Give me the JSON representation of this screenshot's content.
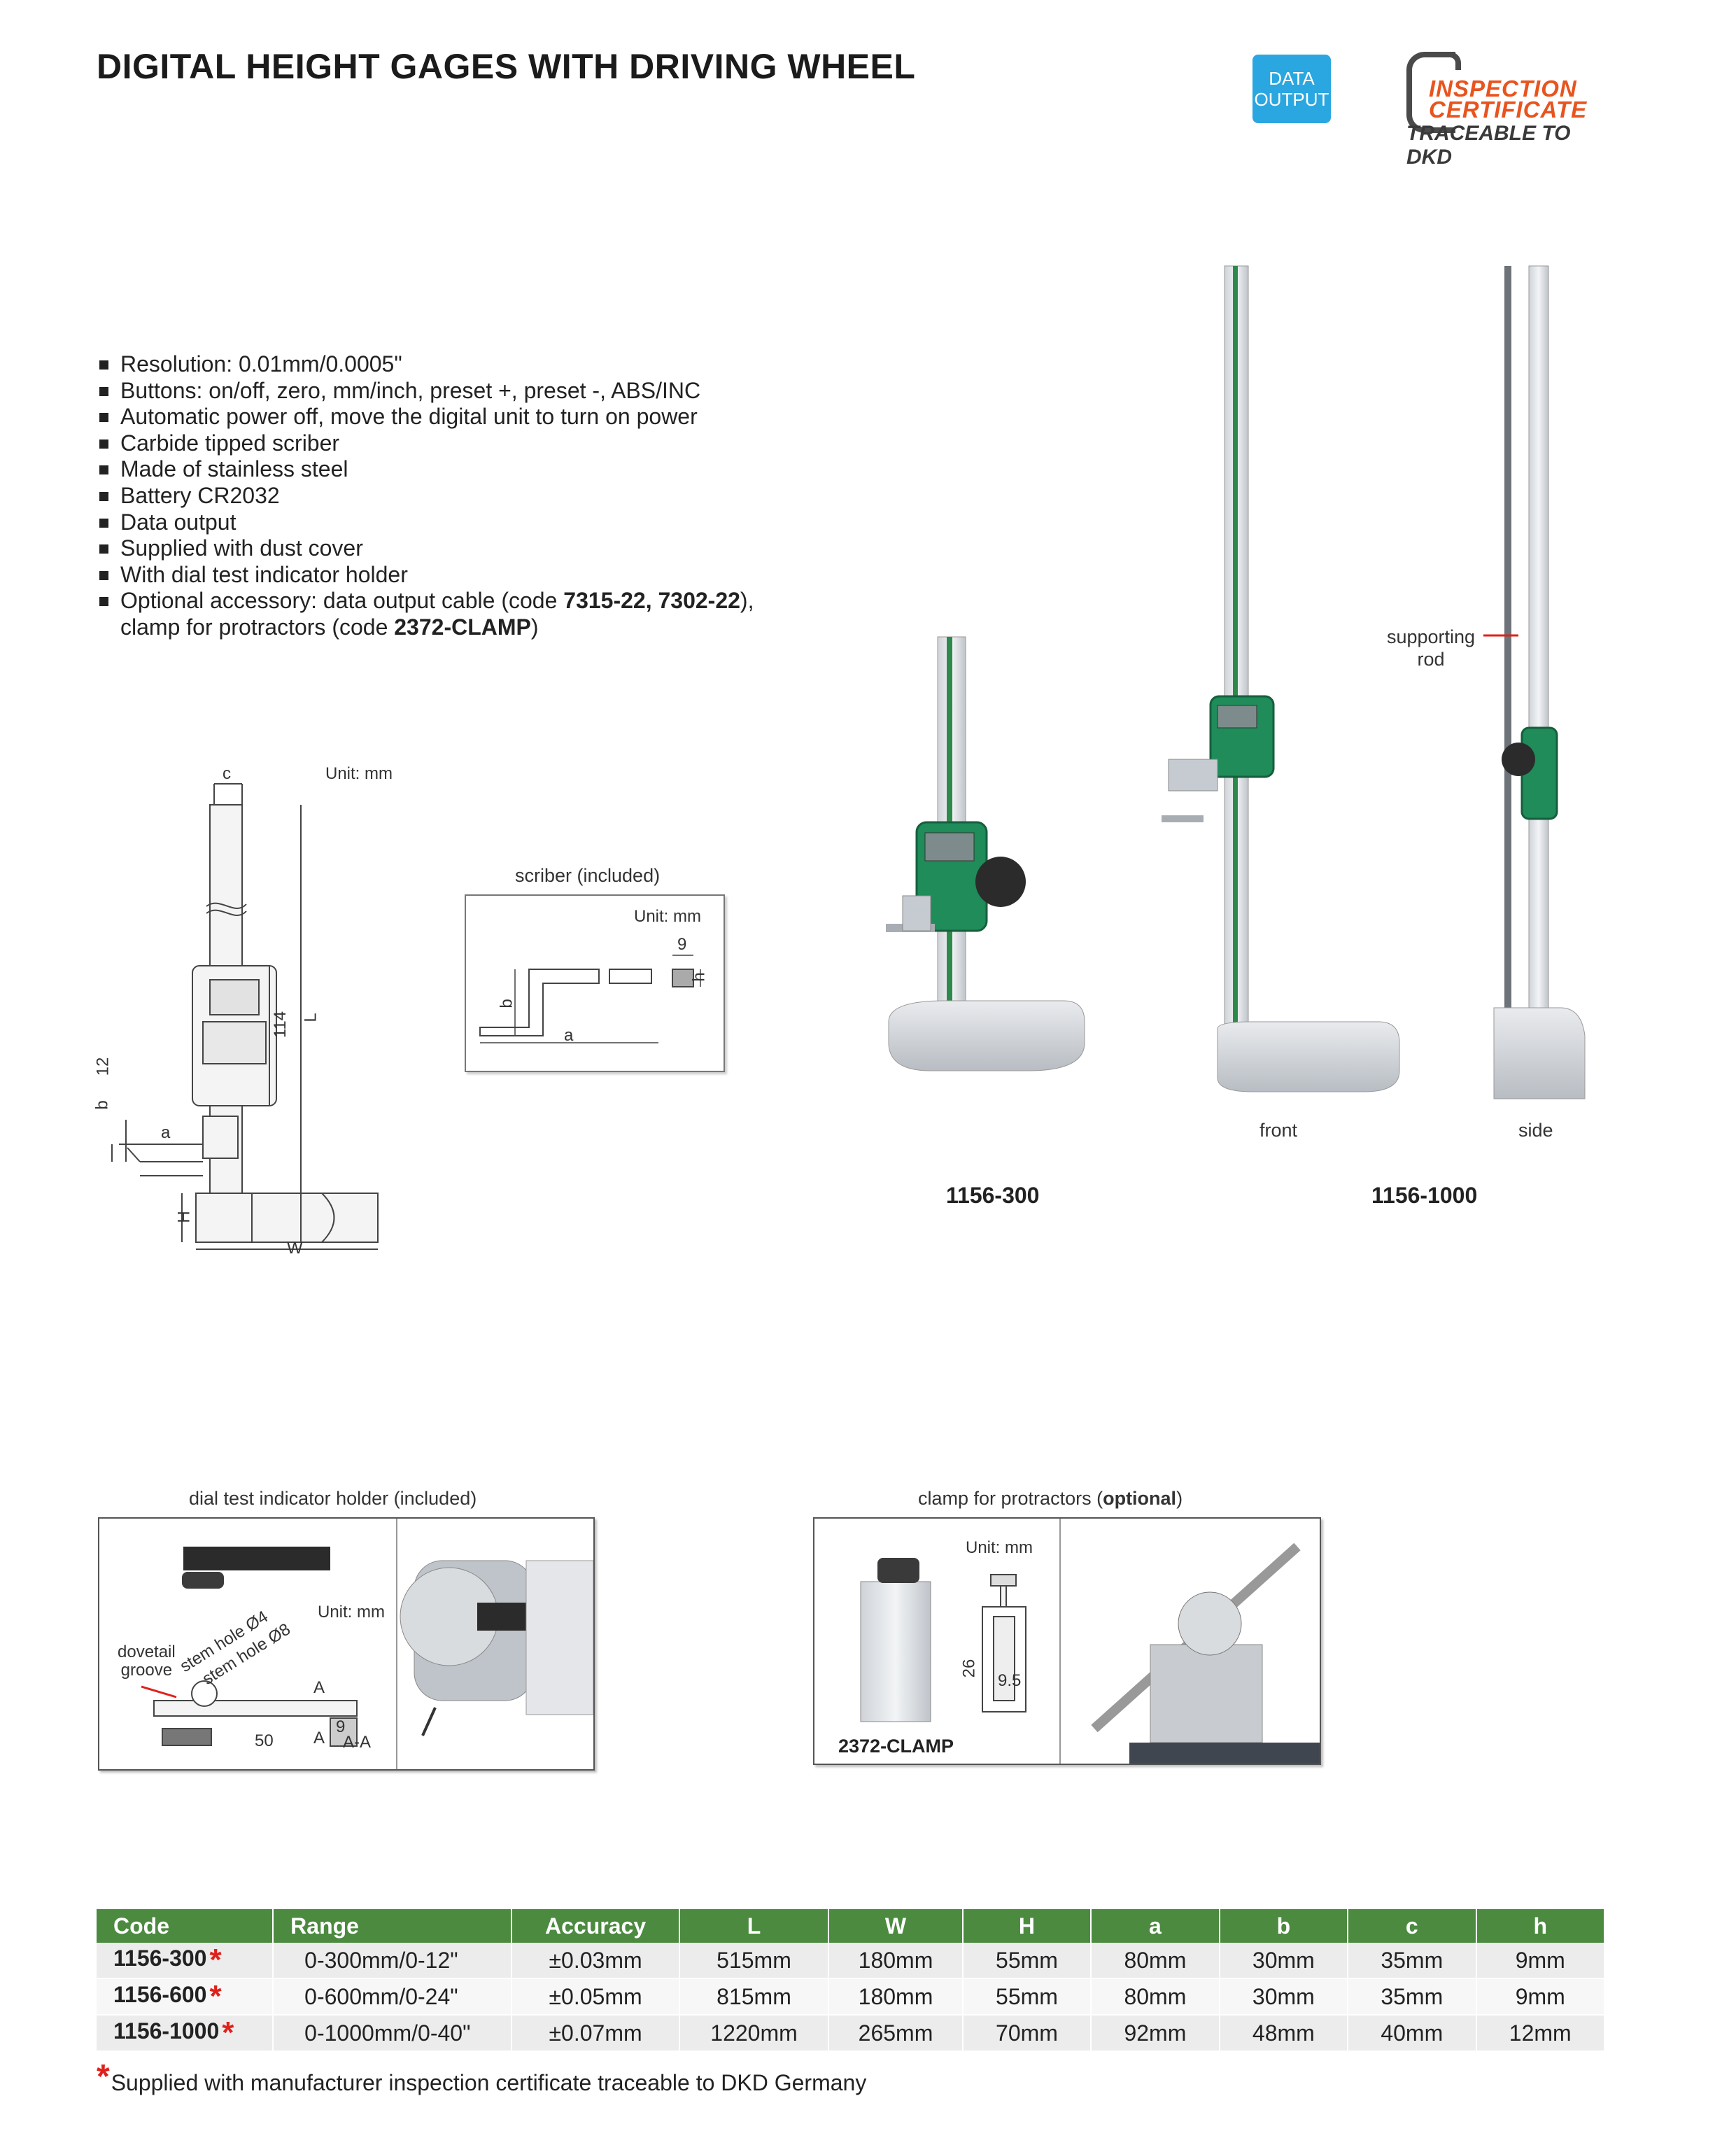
{
  "header": {
    "title": "DIGITAL HEIGHT GAGES WITH DRIVING WHEEL",
    "badge_line1": "DATA",
    "badge_line2": "OUTPUT",
    "cert_line1": "INSPECTION",
    "cert_line2": "CERTIFICATE",
    "cert_line3": "TRACEABLE TO DKD"
  },
  "features": [
    "Resolution: 0.01mm/0.0005\"",
    "Buttons: on/off, zero, mm/inch, preset +, preset -, ABS/INC",
    "Automatic power off, move the digital unit to turn on power",
    "Carbide tipped scriber",
    "Made of stainless steel",
    "Battery CR2032",
    "Data output",
    "Supplied with dust cover",
    "With dial test indicator holder"
  ],
  "accessory": {
    "part1": "Optional accessory: data output cable (code ",
    "code1": "7315-22, 7302-22",
    "part2": "),",
    "part3": "clamp for protractors (code ",
    "code2": "2372-CLAMP",
    "part4": ")"
  },
  "main_drawing": {
    "unit": "Unit: mm",
    "labels": {
      "c": "c",
      "L": "L",
      "d114": "114",
      "d12": "12",
      "b": "b",
      "a": "a",
      "H": "H",
      "W": "W"
    }
  },
  "scriber": {
    "caption": "scriber (included)",
    "unit": "Unit: mm",
    "labels": {
      "nine": "9",
      "h": "h",
      "b": "b",
      "a": "a"
    }
  },
  "photos": {
    "supporting_rod": "supporting rod",
    "front": "front",
    "side": "side",
    "model_left": "1156-300",
    "model_right": "1156-1000"
  },
  "dial_holder": {
    "caption": "dial test indicator holder (included)",
    "unit": "Unit: mm",
    "dovetail": "dovetail",
    "groove": "groove",
    "stem4": "stem hole Ø4",
    "stem8": "stem hole Ø8",
    "A": "A",
    "nine": "9",
    "fifty": "50",
    "AA": "A-A"
  },
  "clamp": {
    "caption_pre": "clamp for protractors (",
    "caption_bold": "optional",
    "caption_post": ")",
    "unit": "Unit: mm",
    "d26": "26",
    "d95": "9.5",
    "code": "2372-CLAMP"
  },
  "table": {
    "headers": [
      "Code",
      "Range",
      "Accuracy",
      "L",
      "W",
      "H",
      "a",
      "b",
      "c",
      "h"
    ],
    "rows": [
      [
        "1156-300",
        "0-300mm/0-12\"",
        "±0.03mm",
        "515mm",
        "180mm",
        "55mm",
        "80mm",
        "30mm",
        "35mm",
        "9mm"
      ],
      [
        "1156-600",
        "0-600mm/0-24\"",
        "±0.05mm",
        "815mm",
        "180mm",
        "55mm",
        "80mm",
        "30mm",
        "35mm",
        "9mm"
      ],
      [
        "1156-1000",
        "0-1000mm/0-40\"",
        "±0.07mm",
        "1220mm",
        "265mm",
        "70mm",
        "92mm",
        "48mm",
        "40mm",
        "12mm"
      ]
    ],
    "star": "*"
  },
  "footnote": {
    "star": "*",
    "text": "Supplied with manufacturer inspection certificate traceable to DKD Germany"
  }
}
